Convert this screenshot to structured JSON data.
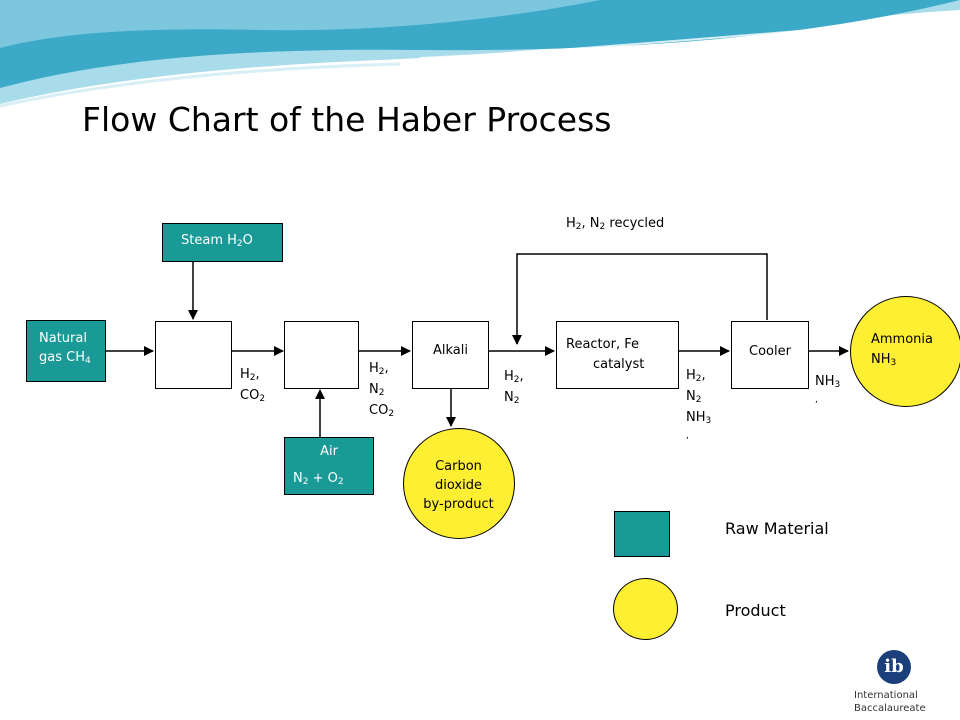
{
  "title": "Flow Chart of the Haber Process",
  "colors": {
    "raw_material": "#1a9a96",
    "product": "#ffef33",
    "wave_dark": "#3da9c8",
    "wave_light": "#a9dcea"
  },
  "nodes": {
    "natural_gas": {
      "line1": "Natural",
      "line2": "gas CH",
      "sub": "4"
    },
    "steam": {
      "text": "Steam H",
      "sub": "2",
      "text2": "O"
    },
    "air": {
      "line1": "Air",
      "l2a": "N",
      "l2b": "2",
      "l2c": " + O",
      "l2d": "2"
    },
    "alkali": "Alkali",
    "reactor": {
      "line1": "Reactor, Fe",
      "line2": "catalyst"
    },
    "cooler": "Cooler",
    "carbon_dioxide": {
      "line1": "Carbon",
      "line2": "dioxide",
      "line3": "by-product"
    },
    "ammonia": {
      "line1": "Ammonia",
      "line2": "NH",
      "sub": "3"
    }
  },
  "stream_labels": {
    "after_box1": {
      "a": "H",
      "b": "2",
      "c": ",",
      "d": "CO",
      "e": "2"
    },
    "after_box2": {
      "a": "H",
      "b": "2",
      "c": ",",
      "d": "N",
      "e": "2",
      "f": "CO",
      "g": "2"
    },
    "after_alkali": {
      "a": "H",
      "b": "2",
      "c": ",",
      "d": "N",
      "e": "2"
    },
    "after_reactor": {
      "a": "H",
      "b": "2",
      "c": ",",
      "d": "N",
      "e": "2",
      "f": "NH",
      "g": "3",
      "h": ","
    },
    "after_cooler": {
      "a": "NH",
      "b": "3",
      "c": ","
    },
    "recycled": {
      "a": "H",
      "b": "2",
      "c": ", N",
      "d": "2",
      "e": " recycled"
    }
  },
  "legend": {
    "raw_material": "Raw Material",
    "product": "Product"
  },
  "logo": {
    "mark": "ib",
    "line1": "International",
    "line2": "Baccalaureate"
  }
}
